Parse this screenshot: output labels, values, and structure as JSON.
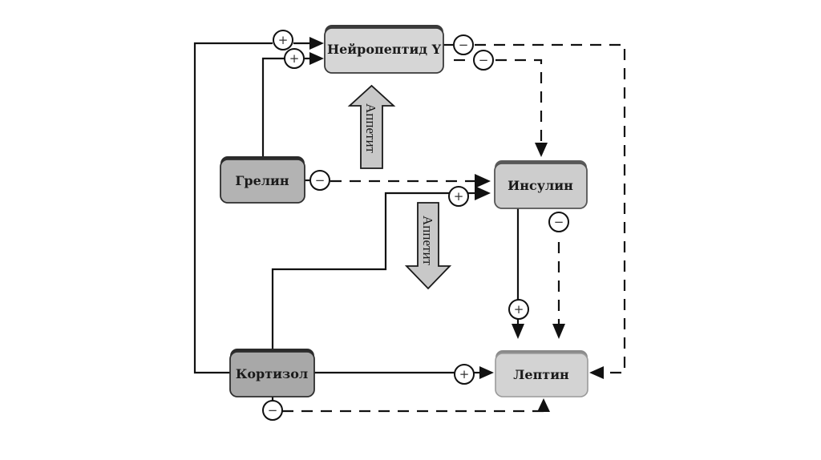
{
  "diagram": {
    "nodes": {
      "neuropeptide": {
        "label": "Нейропептид Y",
        "fill": "#d4d4d4",
        "top": "#3a3a3a"
      },
      "ghrelin": {
        "label": "Грелин",
        "fill": "#b0b0b0",
        "top": "#2a2a2a"
      },
      "insulin": {
        "label": "Инсулин",
        "fill": "#cccccc",
        "top": "#555555"
      },
      "cortisol": {
        "label": "Кортизол",
        "fill": "#a6a6a6",
        "top": "#2a2a2a"
      },
      "leptin": {
        "label": "Лептин",
        "fill": "#d2d2d2",
        "top": "#8a8a8a"
      }
    },
    "appetite_arrows": {
      "up": {
        "label": "Аппетит",
        "direction": "increase"
      },
      "down": {
        "label": "Аппетит",
        "direction": "decrease"
      }
    },
    "signs": {
      "plus": "+",
      "minus": "−"
    },
    "edges": [
      {
        "from": "Кортизол",
        "to": "Нейропептид Y",
        "effect": "+",
        "style": "solid"
      },
      {
        "from": "Грелин",
        "to": "Нейропептид Y",
        "effect": "+",
        "style": "solid"
      },
      {
        "from": "Нейропептид Y",
        "to": "Лептин",
        "effect": "−",
        "style": "dashed"
      },
      {
        "from": "Нейропептид Y",
        "to": "Инсулин",
        "effect": "−",
        "style": "dashed"
      },
      {
        "from": "Грелин",
        "to": "Инсулин",
        "effect": "−",
        "style": "dashed"
      },
      {
        "from": "Кортизол",
        "to": "Инсулин",
        "effect": "+",
        "style": "solid"
      },
      {
        "from": "Инсулин",
        "to": "Лептин",
        "effect": "+",
        "style": "solid"
      },
      {
        "from": "Инсулин",
        "to": "Лептин",
        "effect": "−",
        "style": "dashed"
      },
      {
        "from": "Кортизол",
        "to": "Лептин",
        "effect": "+",
        "style": "solid"
      },
      {
        "from": "Кортизол",
        "to": "Лептин",
        "effect": "−",
        "style": "dashed"
      }
    ]
  }
}
